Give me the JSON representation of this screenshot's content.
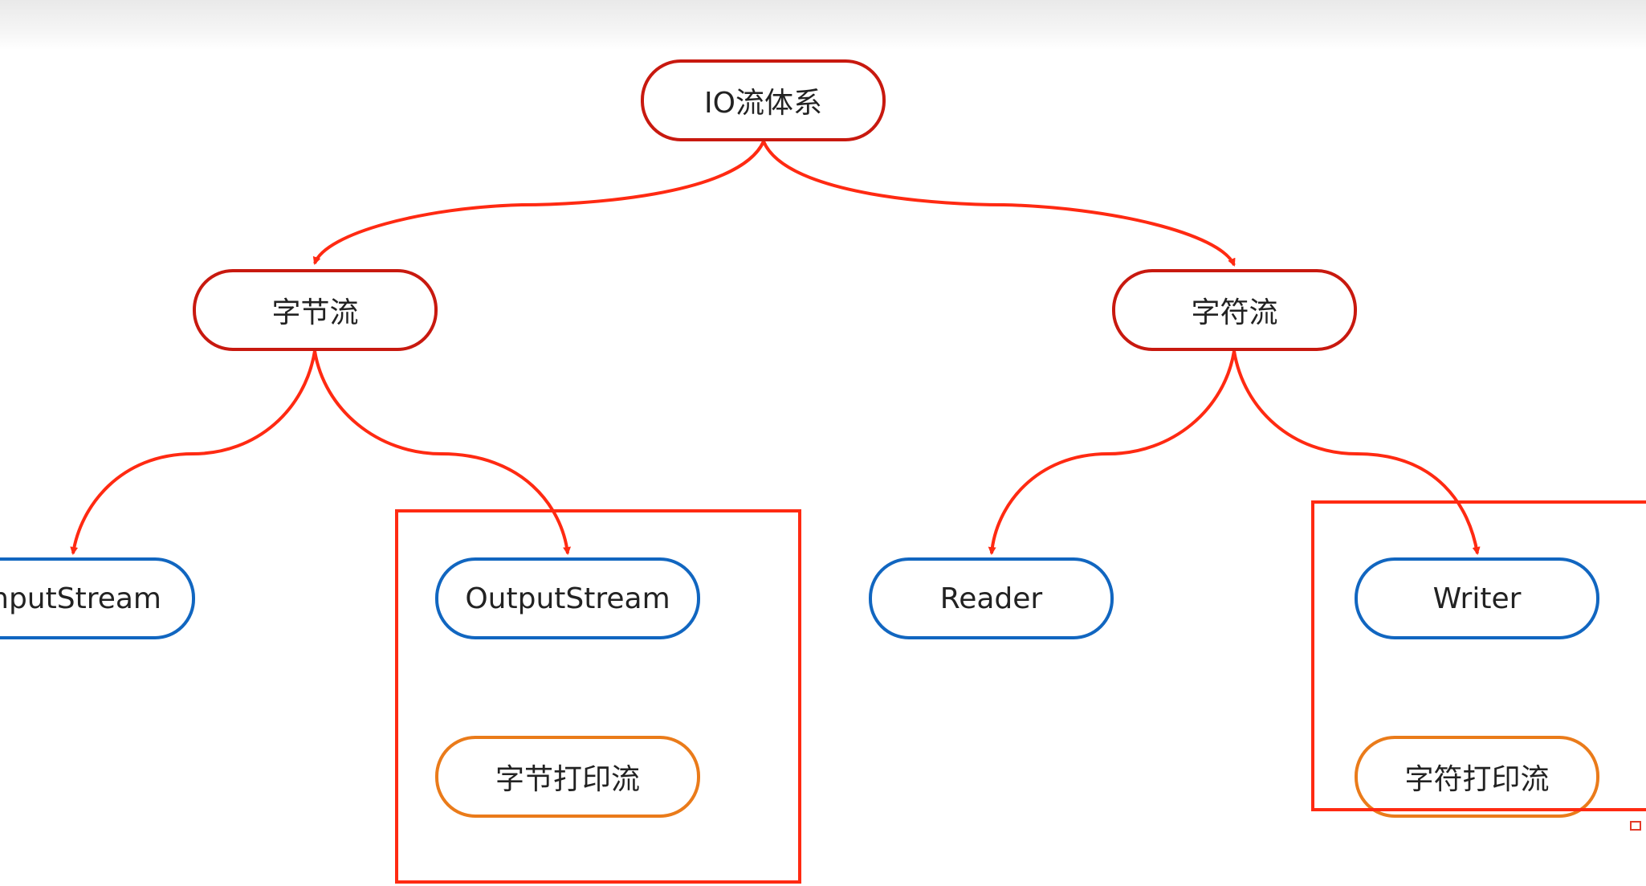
{
  "diagram": {
    "root": {
      "label": "IO流体系"
    },
    "byte_stream": {
      "label": "字节流"
    },
    "char_stream": {
      "label": "字符流"
    },
    "input_stream": {
      "label": "InputStream"
    },
    "output_stream": {
      "label": "OutputStream"
    },
    "reader": {
      "label": "Reader"
    },
    "writer": {
      "label": "Writer"
    },
    "byte_print_stream": {
      "label": "字节打印流"
    },
    "char_print_stream": {
      "label": "字符打印流"
    }
  },
  "colors": {
    "root_border": "#c8190f",
    "abstract_class_border": "#1166c0",
    "print_stream_border": "#ea7b1a",
    "connector": "#ff2a12",
    "highlight_frame": "#ff2a12"
  }
}
